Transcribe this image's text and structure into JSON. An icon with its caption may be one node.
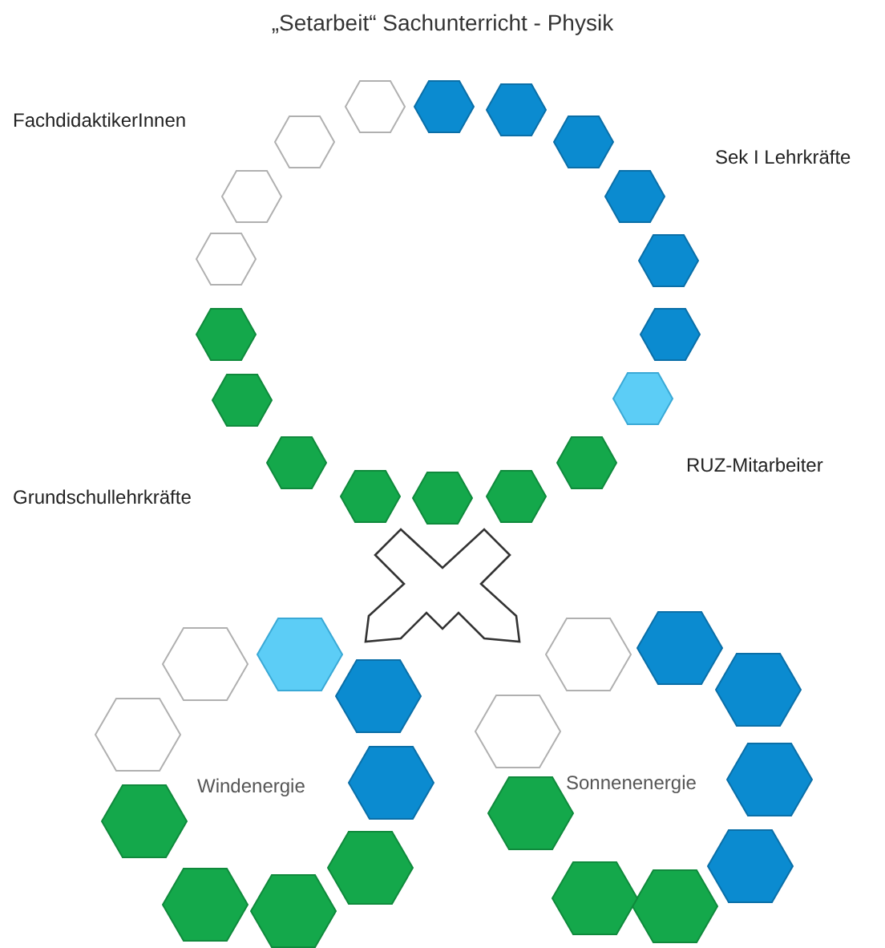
{
  "diagram": {
    "title": "„Setarbeit“ Sachunterricht - Physik",
    "nodes": [
      {
        "text": [],
        "shape": "hexagon"
      },
      {
        "text": [],
        "shape": "hexagon"
      },
      {
        "text": [],
        "shape": "hexagon"
      },
      {
        "text": [],
        "shape": "hexagon"
      },
      {
        "text": [],
        "shape": "hexagon"
      },
      {
        "text": [],
        "shape": "hexagon"
      },
      {
        "text": [],
        "shape": "hexagon"
      },
      {
        "text": [],
        "shape": "hexagon"
      },
      {
        "text": [],
        "shape": "hexagon"
      },
      {
        "text": [],
        "shape": "hexagon"
      },
      {
        "text": [],
        "shape": "hexagon"
      },
      {
        "text": [],
        "shape": "hexagon"
      },
      {
        "text": [],
        "shape": "hexagon"
      },
      {
        "text": [],
        "shape": "hexagon"
      },
      {
        "text": [],
        "shape": "hexagon"
      },
      {
        "text": [],
        "shape": "hexagon"
      },
      {
        "text": [],
        "shape": "hexagon"
      },
      {
        "text": [],
        "shape": "hexagon"
      },
      {
        "text": [],
        "shape": "hexagon"
      },
      {
        "text": [],
        "shape": "hexagon"
      },
      {
        "text": [],
        "shape": "hexagon"
      },
      {
        "text": [],
        "shape": "hexagon"
      },
      {
        "text": [],
        "shape": "hexagon"
      },
      {
        "text": [],
        "shape": "hexagon"
      },
      {
        "text": [],
        "shape": "hexagon"
      },
      {
        "text": [],
        "shape": "hexagon"
      },
      {
        "text": [],
        "shape": "hexagon"
      },
      {
        "text": [],
        "shape": "hexagon"
      },
      {
        "text": [],
        "shape": "hexagon"
      },
      {
        "text": [],
        "shape": "hexagon"
      },
      {
        "text": [],
        "shape": "hexagon"
      },
      {
        "text": [],
        "shape": "hexagon"
      },
      {
        "text": [],
        "shape": "hexagon"
      },
      {
        "text": [],
        "shape": "hexagon"
      },
      {
        "text": [],
        "shape": "hexagon"
      },
      {
        "text": [],
        "shape": "hexagon"
      }
    ],
    "labels": [
      "FachdidaktikerInnen",
      "Sek I Lehrkräfte",
      "RUZ-Mitarbeiter",
      "Grundschullehrkräfte",
      "Windenergie",
      "Sonnenenergie"
    ]
  }
}
